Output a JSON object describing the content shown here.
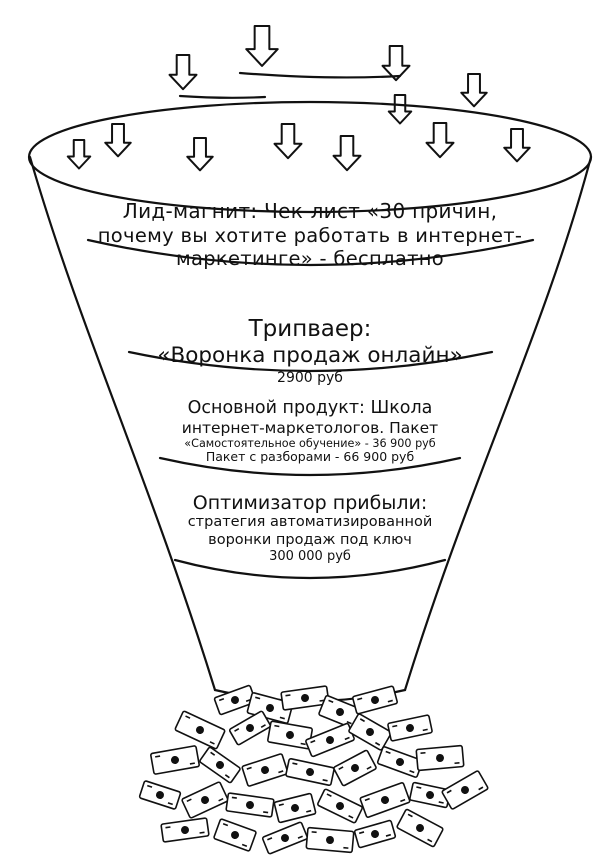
{
  "funnel": {
    "tiers": [
      {
        "lines": [
          "Лид-магнит: Чек-лист «30 причин,",
          "почему вы хотите работать в интернет-",
          "маркетинге» - бесплатно"
        ]
      },
      {
        "lines": [
          "Трипваер:",
          "«Воронка продаж онлайн»",
          "2900 руб"
        ]
      },
      {
        "lines": [
          "Основной продукт: Школа",
          "интернет-маркетологов. Пакет",
          "«Самостоятельное обучение» - 36 900 руб",
          "Пакет с разборами - 66 900 руб"
        ]
      },
      {
        "lines": [
          "Оптимизатор прибыли:",
          "стратегия автоматизированной",
          "воронки продаж под ключ",
          "300 000 руб"
        ]
      }
    ]
  },
  "icons": {
    "inflow": "down-arrow-icon",
    "output": "banknote-icon"
  },
  "colors": {
    "ink": "#111111",
    "background": "#ffffff"
  }
}
